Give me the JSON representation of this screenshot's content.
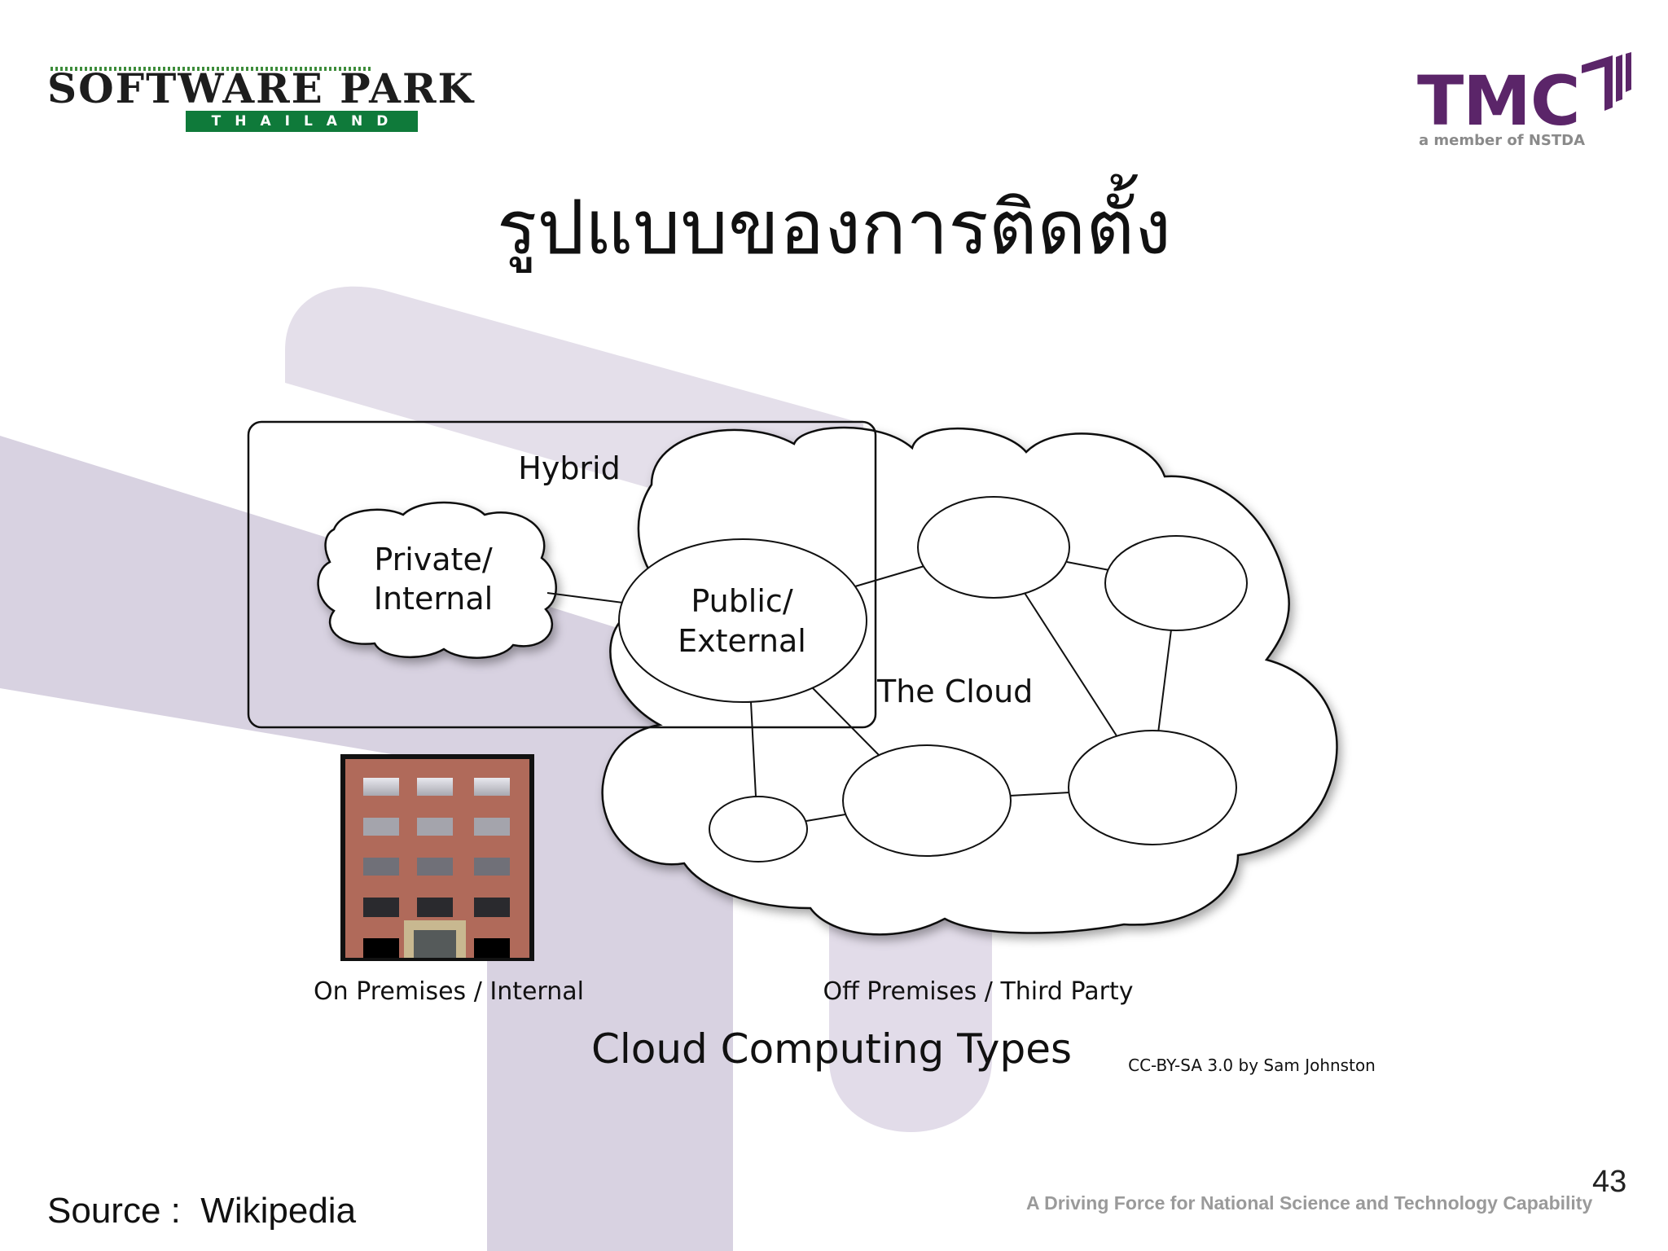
{
  "header": {
    "left_logo": {
      "name": "SOFTWARE PARK",
      "sub": "THAILAND"
    },
    "right_logo": {
      "name": "TMC",
      "sub": "a member of NSTDA"
    }
  },
  "slide": {
    "title": "รูปแบบของการติดตั้ง",
    "page_number": "43",
    "tagline": "A Driving Force for National Science and Technology Capability",
    "source": "Source :  Wikipedia"
  },
  "diagram": {
    "hybrid_label": "Hybrid",
    "private_label_1": "Private/",
    "private_label_2": "Internal",
    "public_label_1": "Public/",
    "public_label_2": "External",
    "cloud_label": "The Cloud",
    "on_premises_label": "On Premises / Internal",
    "off_premises_label": "Off Premises / Third Party",
    "caption": "Cloud Computing Types",
    "credit": "CC-BY-SA 3.0 by Sam Johnston"
  },
  "colors": {
    "watermark": "#dcd6e4",
    "building": "#b06a5a",
    "brand_purple": "#5b2569",
    "brand_green": "#0f7a3a"
  }
}
